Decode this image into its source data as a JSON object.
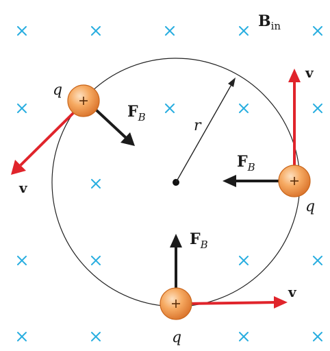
{
  "field": {
    "label_main": "B",
    "label_sub": "in",
    "mark": "×",
    "color": "#29aee0"
  },
  "orbit": {
    "radius_label": "r"
  },
  "particles": [
    {
      "charge_label": "q",
      "charge_symbol": "+",
      "velocity_label": "v",
      "force_label_main": "F",
      "force_label_sub": "B"
    },
    {
      "charge_label": "q",
      "charge_symbol": "+",
      "velocity_label": "v",
      "force_label_main": "F",
      "force_label_sub": "B"
    },
    {
      "charge_label": "q",
      "charge_symbol": "+",
      "velocity_label": "v",
      "force_label_main": "F",
      "force_label_sub": "B"
    }
  ],
  "colors": {
    "velocity": "#e0242b",
    "force": "#1b1b1b",
    "particle": "#f3a45c"
  }
}
